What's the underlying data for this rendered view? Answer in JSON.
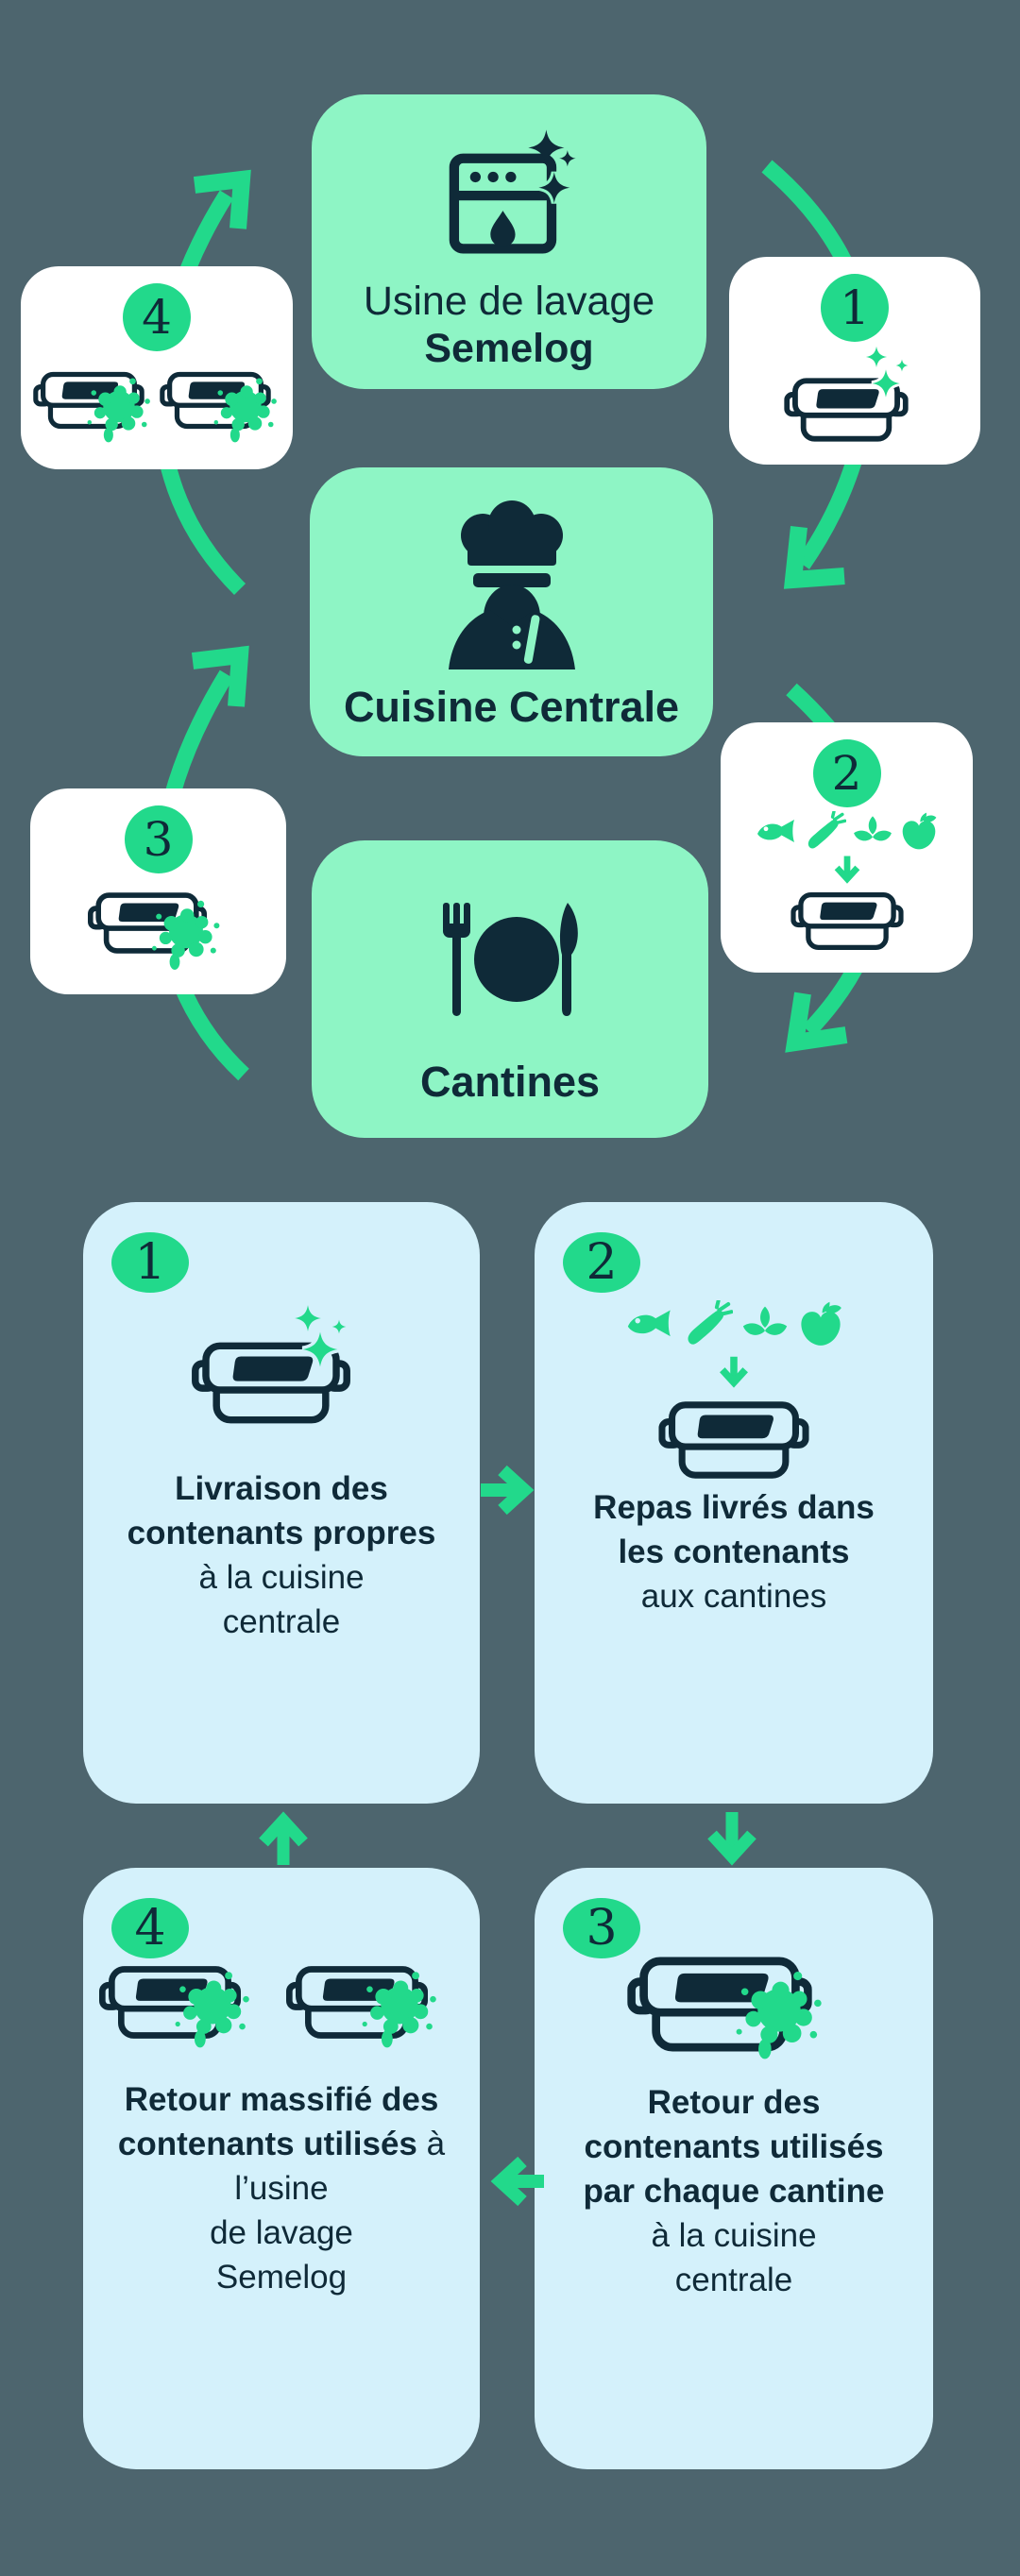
{
  "colors": {
    "background": "#4d656e",
    "mint": "#8ef5c5",
    "accent_green": "#22d98b",
    "navy_text": "#0f2a38",
    "card_blue": "#d4f1fb",
    "white": "#ffffff"
  },
  "cycle": {
    "stations": [
      {
        "name_line1": "Usine de lavage",
        "name_line2": "Semelog",
        "icon": "washing-machine-sparkles-icon"
      },
      {
        "name": "Cuisine Centrale",
        "icon": "chef-icon"
      },
      {
        "name": "Cantines",
        "icon": "plate-cutlery-icon"
      }
    ],
    "badges": [
      {
        "number": "1",
        "icon": "clean-container-sparkles-icon"
      },
      {
        "number": "2",
        "icon": "food-filling-container-icon"
      },
      {
        "number": "3",
        "icon": "dirty-container-icon"
      },
      {
        "number": "4",
        "icon": "two-dirty-containers-icon"
      }
    ]
  },
  "steps": [
    {
      "number": "1",
      "bold": "Livraison des contenants propres",
      "regular": "\nà la cuisine\ncentrale",
      "icon": "clean-container-sparkles-icon"
    },
    {
      "number": "2",
      "bold": "Repas livrés dans les contenants",
      "regular": "\naux cantines",
      "icon": "food-filling-container-icon"
    },
    {
      "number": "3",
      "bold": "Retour des contenants utilisés par chaque cantine",
      "regular": "\nà la cuisine\ncentrale",
      "icon": "dirty-container-icon"
    },
    {
      "number": "4",
      "bold": "Retour massifié des contenants utilisés",
      "regular": "à l’usine\nde lavage\nSemelog",
      "icon": "two-dirty-containers-icon"
    }
  ]
}
